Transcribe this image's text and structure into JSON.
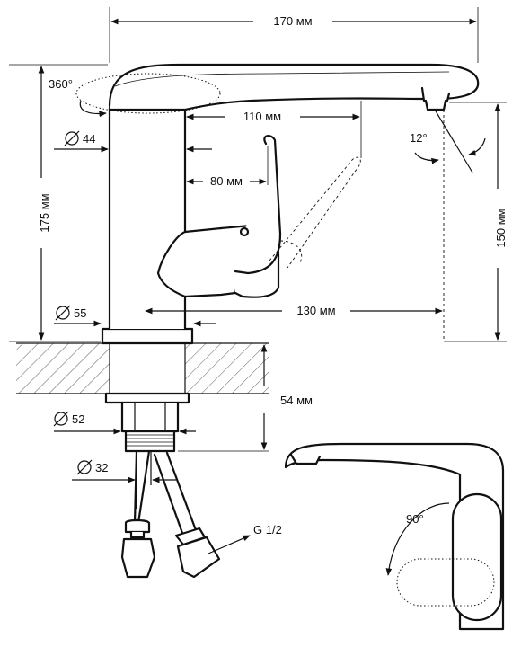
{
  "dimensions": {
    "width_total": "170 мм",
    "height_total": "175 мм",
    "spout_height": "150 мм",
    "handle_reach": "110 мм",
    "body_to_handle": "80 мм",
    "spout_reach": "130 мм",
    "mount_depth": "54 мм"
  },
  "diameters": {
    "body": "44",
    "base": "55",
    "thread": "52",
    "shank": "32"
  },
  "angles": {
    "rotation": "360°",
    "aerator_tilt": "12°",
    "handle_swing": "90°"
  },
  "thread_label": "G 1/2"
}
